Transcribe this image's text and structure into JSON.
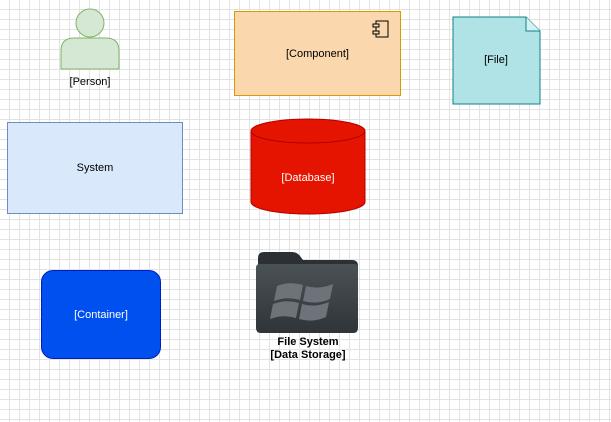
{
  "nodes": {
    "person": {
      "label": "[Person]"
    },
    "component": {
      "label": "[Component]"
    },
    "file": {
      "label": "[File]"
    },
    "system": {
      "label": "System"
    },
    "database": {
      "label": "[Database]"
    },
    "container": {
      "label": "[Container]"
    },
    "file_system": {
      "title": "File System",
      "subtitle": "[Data Storage]"
    }
  },
  "icons": {
    "person": "person-icon",
    "component": "component-icon",
    "file": "file-page-icon",
    "database": "cylinder-icon",
    "file_system": "windows-folder-icon"
  },
  "colors": {
    "person_fill": "#d5e8d4",
    "person_stroke": "#82b366",
    "component_fill": "#fad7ac",
    "component_stroke": "#d79b00",
    "file_fill": "#b0e3e6",
    "file_stroke": "#0e8088",
    "system_fill": "#dae8fc",
    "system_stroke": "#6c8ebf",
    "database_fill": "#e51400",
    "database_stroke": "#b20000",
    "container_fill": "#0050ef",
    "container_stroke": "#001dbc",
    "folder_fill": "#3c4247"
  }
}
